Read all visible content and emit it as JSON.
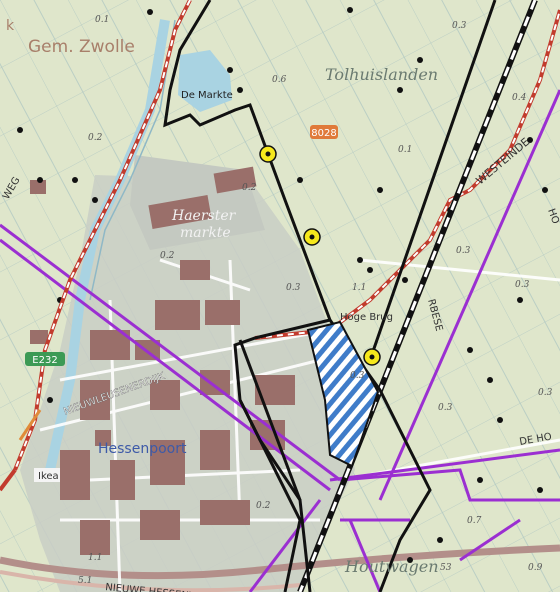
{
  "map": {
    "labels": {
      "gemeente": "Gem. Zwolle",
      "tolhuislanden": "Tolhuislanden",
      "de_markte": "De Markte",
      "haerster_1": "Haerster",
      "haerster_2": "markte",
      "hessenpoort": "Hessenpoort",
      "ikea": "Ikea",
      "hoge_brug": "Hoge Brug",
      "houtwagen": "Houtwagen",
      "westeinde": "WESTEINDE",
      "de_ho": "DE HO",
      "nieuwleusenerdijk": "NIEUWLEUSENERDIJK",
      "nieuwe_hessenweg": "NIEUWE HESSENWEG",
      "rbese": "RBESE",
      "weg": "WEG",
      "ho_right": "HO",
      "k_left": "k"
    },
    "route_badges": [
      {
        "id": "n",
        "text": "8028",
        "color": "#e07a3a"
      },
      {
        "id": "e",
        "text": "E232",
        "color": "#3c9a55"
      }
    ],
    "spot_heights": [
      "0.1",
      "0.3",
      "0.6",
      "0.4",
      "0.2",
      "0.1",
      "0.2",
      "0.3",
      "0.2",
      "1.1",
      "0.3",
      "0.3",
      "0.3",
      "0.7",
      "0.9",
      "0.3",
      "0.2",
      "1.1",
      "5.1",
      "53",
      "0.3"
    ],
    "colors": {
      "land": "#dfe6cb",
      "industrial": "#c9cec6",
      "building": "#9a6f6a",
      "water": "#a9d3e2",
      "parcel": "#8fb0b8",
      "boundary_red": "#c23b2d",
      "high_voltage": "#9b2fd1",
      "plan_outline": "#111111",
      "hatch": "#3f7cc9",
      "marker_fill": "#f6e81c",
      "railway": "#111111"
    },
    "markers": [
      {
        "name": "observation-point-1"
      },
      {
        "name": "observation-point-2"
      },
      {
        "name": "observation-point-3"
      }
    ]
  }
}
